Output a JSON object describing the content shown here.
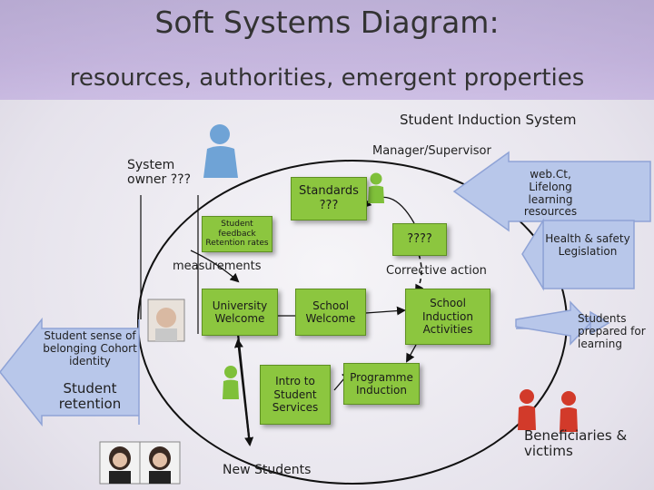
{
  "title": "Soft Systems Diagram:",
  "subtitle": "resources, authorities, emergent properties",
  "labels": {
    "system_name": "Student Induction System",
    "system_owner": "System owner ???",
    "manager": "Manager/Supervisor",
    "measurements": "measurements",
    "corrective_action": "Corrective action",
    "new_students": "New Students",
    "beneficiaries": "Beneficiaries & victims",
    "students_prepared": "Students prepared for learning"
  },
  "boxes": {
    "standards": "Standards ???",
    "feedback": "Student feedback Retention rates",
    "unknown": "????",
    "university_welcome": "University Welcome",
    "school_welcome": "School Welcome",
    "school_induction": "School Induction Activities",
    "intro_services": "Intro to Student Services",
    "programme_induction": "Programme Induction"
  },
  "arrows": {
    "resources": "web.Ct, Lifelong learning resources",
    "legislation": "Health & safety Legislation",
    "belonging": "Student sense of belonging Cohort identity",
    "retention": "Student retention"
  },
  "colors": {
    "box_green": "#8cc63f",
    "arrow_blue": "#b8c7ea",
    "figure_blue": "#6fa3d6",
    "figure_green": "#7fc03a",
    "figure_red": "#d23a2a"
  }
}
